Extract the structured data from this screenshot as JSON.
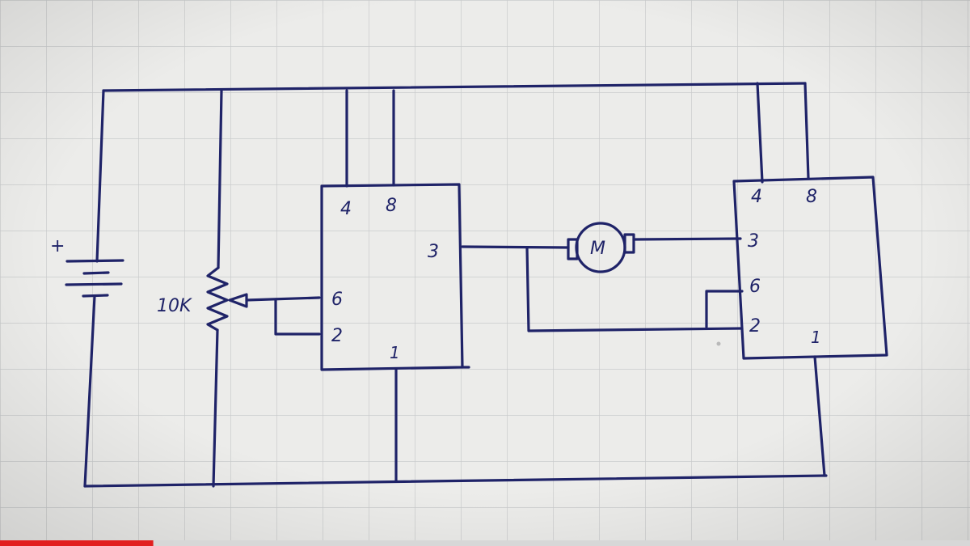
{
  "diagram": {
    "battery": {
      "plus_label": "+"
    },
    "potentiometer": {
      "label": "10K"
    },
    "left_ic": {
      "pins": {
        "p4": "4",
        "p8": "8",
        "p3": "3",
        "p6": "6",
        "p2": "2",
        "p1": "1"
      }
    },
    "right_ic": {
      "pins": {
        "p4": "4",
        "p8": "8",
        "p3": "3",
        "p6": "6",
        "p2": "2",
        "p1": "1"
      }
    },
    "motor": {
      "label": "M"
    }
  },
  "video": {
    "progress": 0.158
  },
  "colors": {
    "ink": "#1f2368",
    "paper": "#ececea",
    "grid": "#c9cbcc",
    "progress": "#e21f1f",
    "track": "#d7d7d7"
  }
}
